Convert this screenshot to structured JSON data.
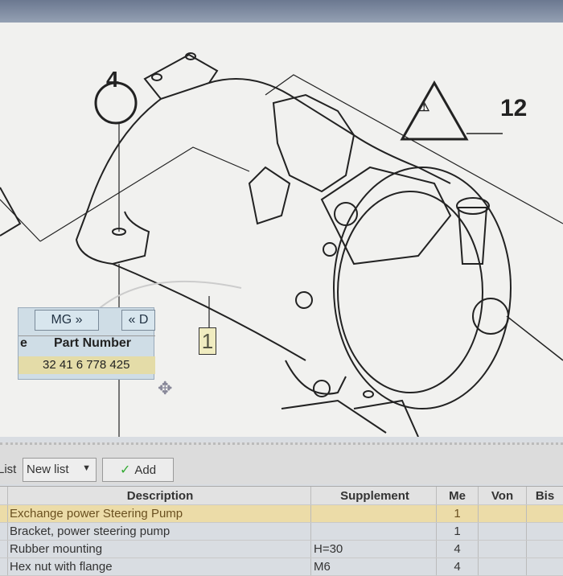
{
  "diagram": {
    "callouts": {
      "c4": "4",
      "c12": "12",
      "c1": "1"
    }
  },
  "popup": {
    "tab_mg": "MG »",
    "tab_prev": "« D",
    "col_prev": "e",
    "col_part": "Part Number",
    "part_number": "32 41 6 778 425"
  },
  "toolbar": {
    "list_label": "List",
    "list_value": "New list",
    "add_label": "Add"
  },
  "table": {
    "headers": [
      "Description",
      "Supplement",
      "Me",
      "Von",
      "Bis"
    ],
    "rows": [
      {
        "description": "Exchange power Steering Pump",
        "supplement": "",
        "me": "1",
        "von": "",
        "bis": ""
      },
      {
        "description": "Bracket, power steering pump",
        "supplement": "",
        "me": "1",
        "von": "",
        "bis": ""
      },
      {
        "description": "Rubber mounting",
        "supplement": "H=30",
        "me": "4",
        "von": "",
        "bis": ""
      },
      {
        "description": "Hex nut with flange",
        "supplement": "M6",
        "me": "4",
        "von": "",
        "bis": ""
      }
    ]
  }
}
